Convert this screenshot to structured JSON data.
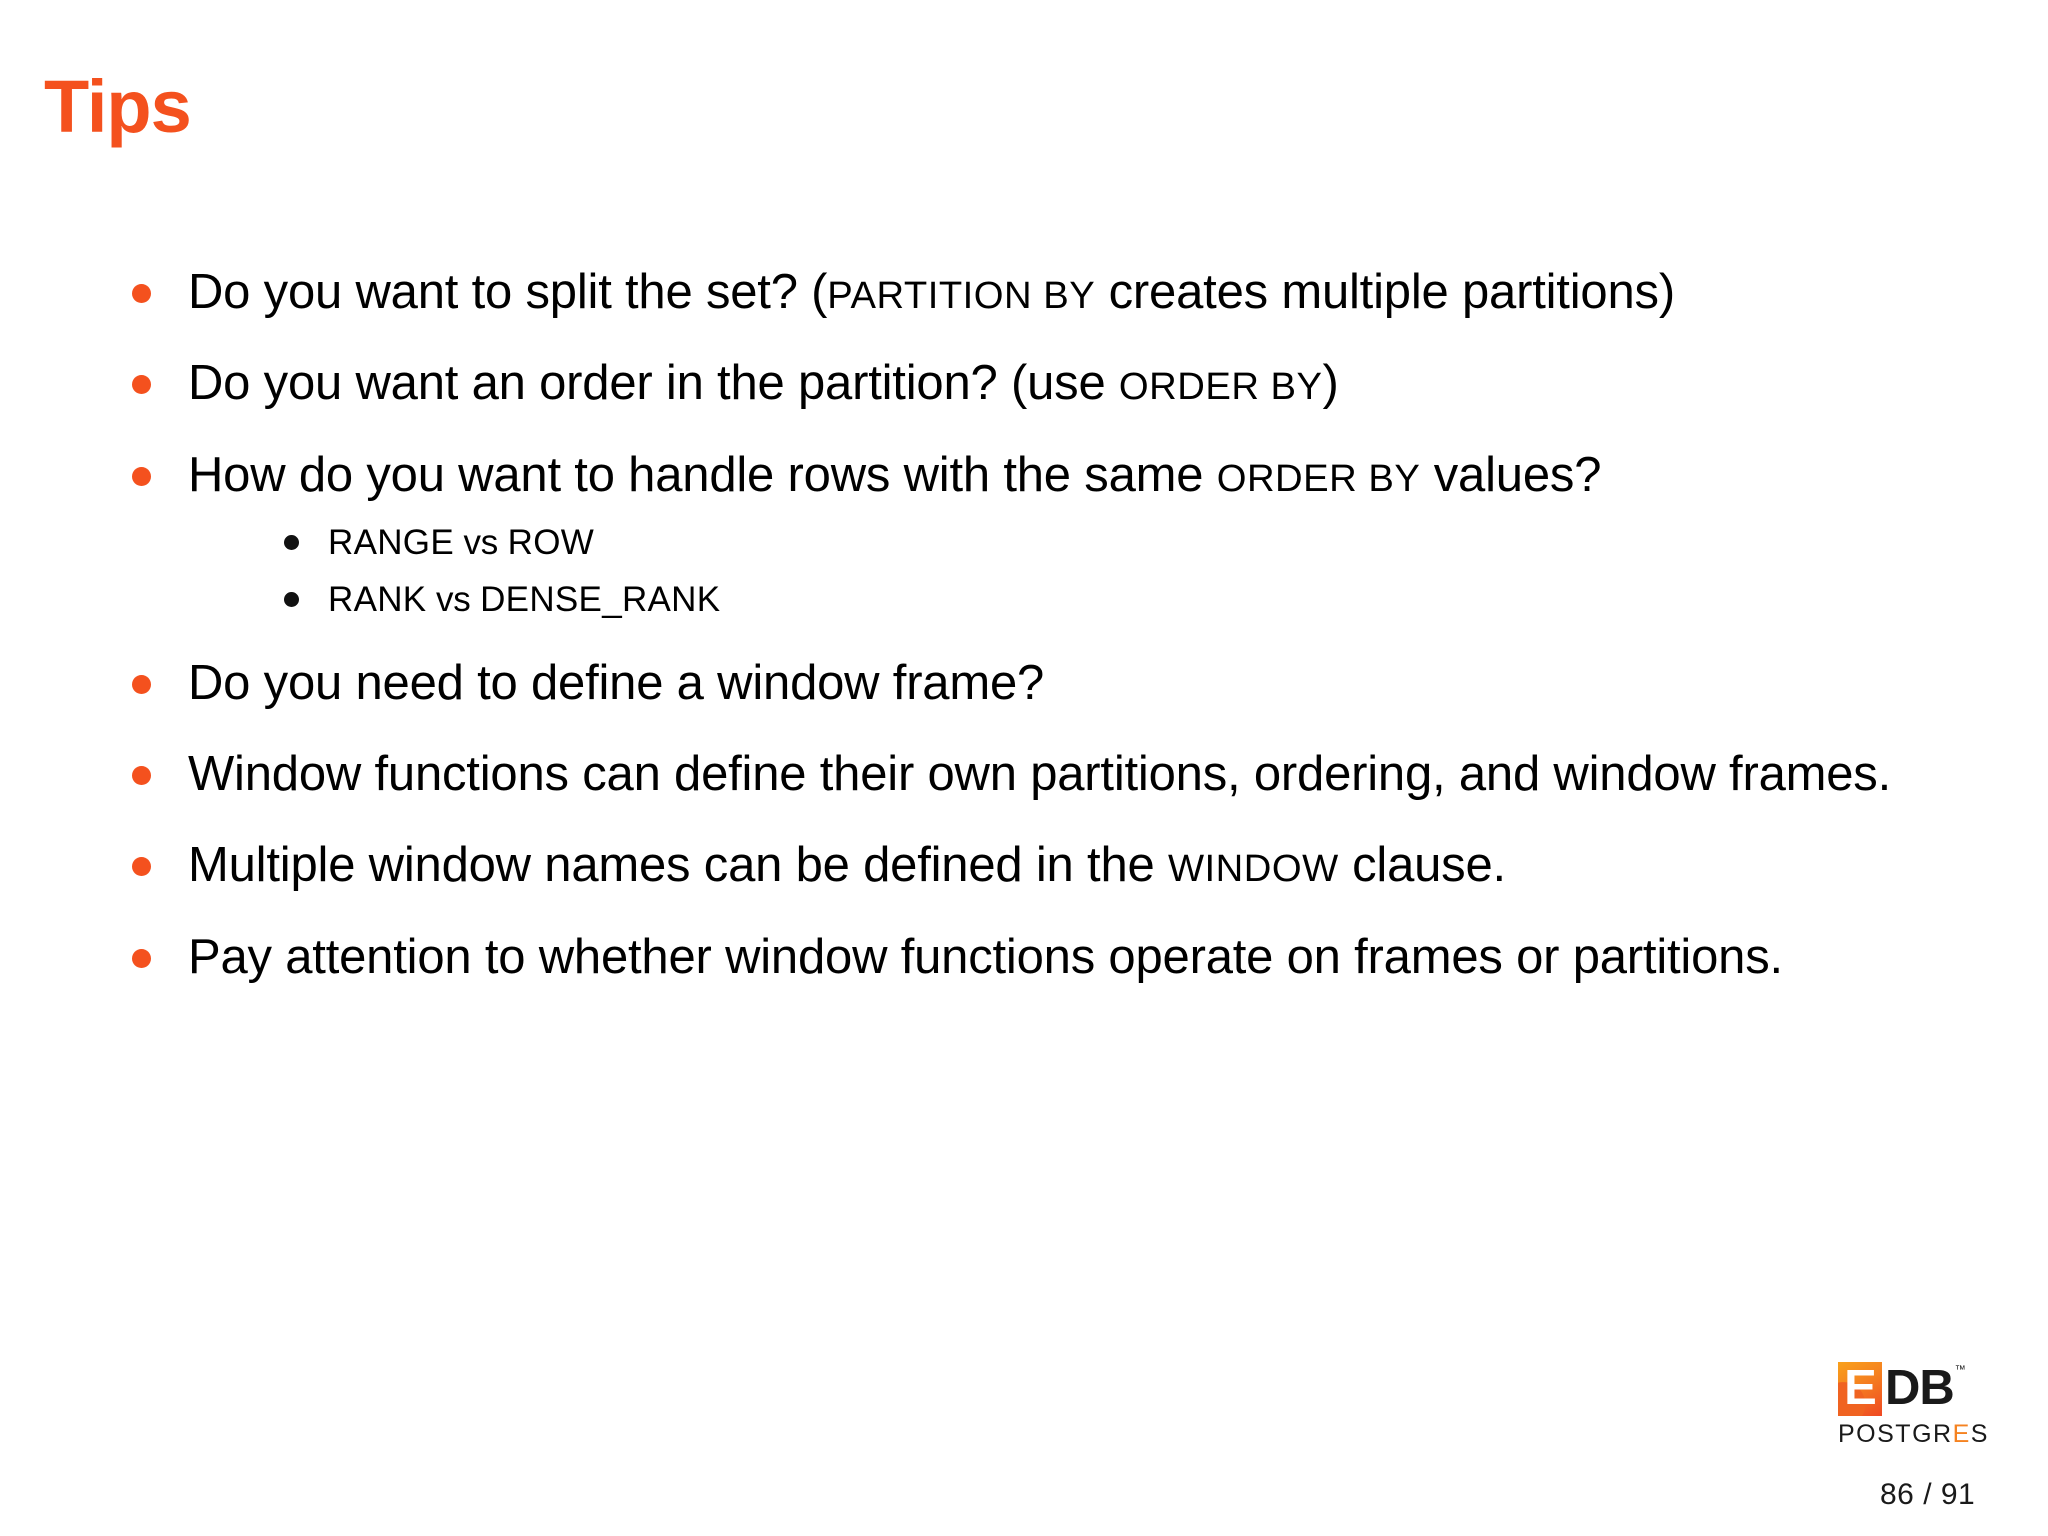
{
  "slide": {
    "title": "Tips",
    "title_color": "#F4511E",
    "bullet_color": "#F4511E",
    "sub_bullet_color": "#111111",
    "text_color": "#000000",
    "background": "#FFFFFF"
  },
  "bullets": [
    {
      "parts": [
        {
          "type": "text",
          "value": "Do you want to split the set?  ("
        },
        {
          "type": "kw",
          "value": "PARTITION BY"
        },
        {
          "type": "text",
          "value": " creates multiple partitions)"
        }
      ]
    },
    {
      "parts": [
        {
          "type": "text",
          "value": "Do you want an order in the partition?  (use "
        },
        {
          "type": "kw",
          "value": "ORDER BY"
        },
        {
          "type": "text",
          "value": ")"
        }
      ]
    },
    {
      "parts": [
        {
          "type": "text",
          "value": "How do you want to handle rows with the same "
        },
        {
          "type": "kw",
          "value": "ORDER BY"
        },
        {
          "type": "text",
          "value": " values?"
        }
      ],
      "sub_items": [
        {
          "parts": [
            {
              "type": "mono",
              "value": "RANGE"
            },
            {
              "type": "text",
              "value": " vs "
            },
            {
              "type": "mono",
              "value": "ROW"
            }
          ]
        },
        {
          "parts": [
            {
              "type": "mono",
              "value": "RANK"
            },
            {
              "type": "text",
              "value": " vs "
            },
            {
              "type": "mono",
              "value": "DENSE_RANK"
            }
          ]
        }
      ]
    },
    {
      "parts": [
        {
          "type": "text",
          "value": "Do you need to define a window frame?"
        }
      ]
    },
    {
      "parts": [
        {
          "type": "text",
          "value": "Window functions can define their own partitions, ordering, and window frames."
        }
      ]
    },
    {
      "parts": [
        {
          "type": "text",
          "value": "Multiple window names can be defined in the "
        },
        {
          "type": "kw",
          "value": "WINDOW"
        },
        {
          "type": "text",
          "value": " clause."
        }
      ]
    },
    {
      "parts": [
        {
          "type": "text",
          "value": "Pay attention to whether window functions operate on frames or partitions."
        }
      ]
    }
  ],
  "logo": {
    "letter_e": "E",
    "letters_db": "DB",
    "trademark": "™",
    "wordmark_pre": "POSTGR",
    "wordmark_highlight": "E",
    "wordmark_post": "S",
    "accent_color": "#F58220"
  },
  "footer": {
    "page_number": "86 / 91"
  }
}
